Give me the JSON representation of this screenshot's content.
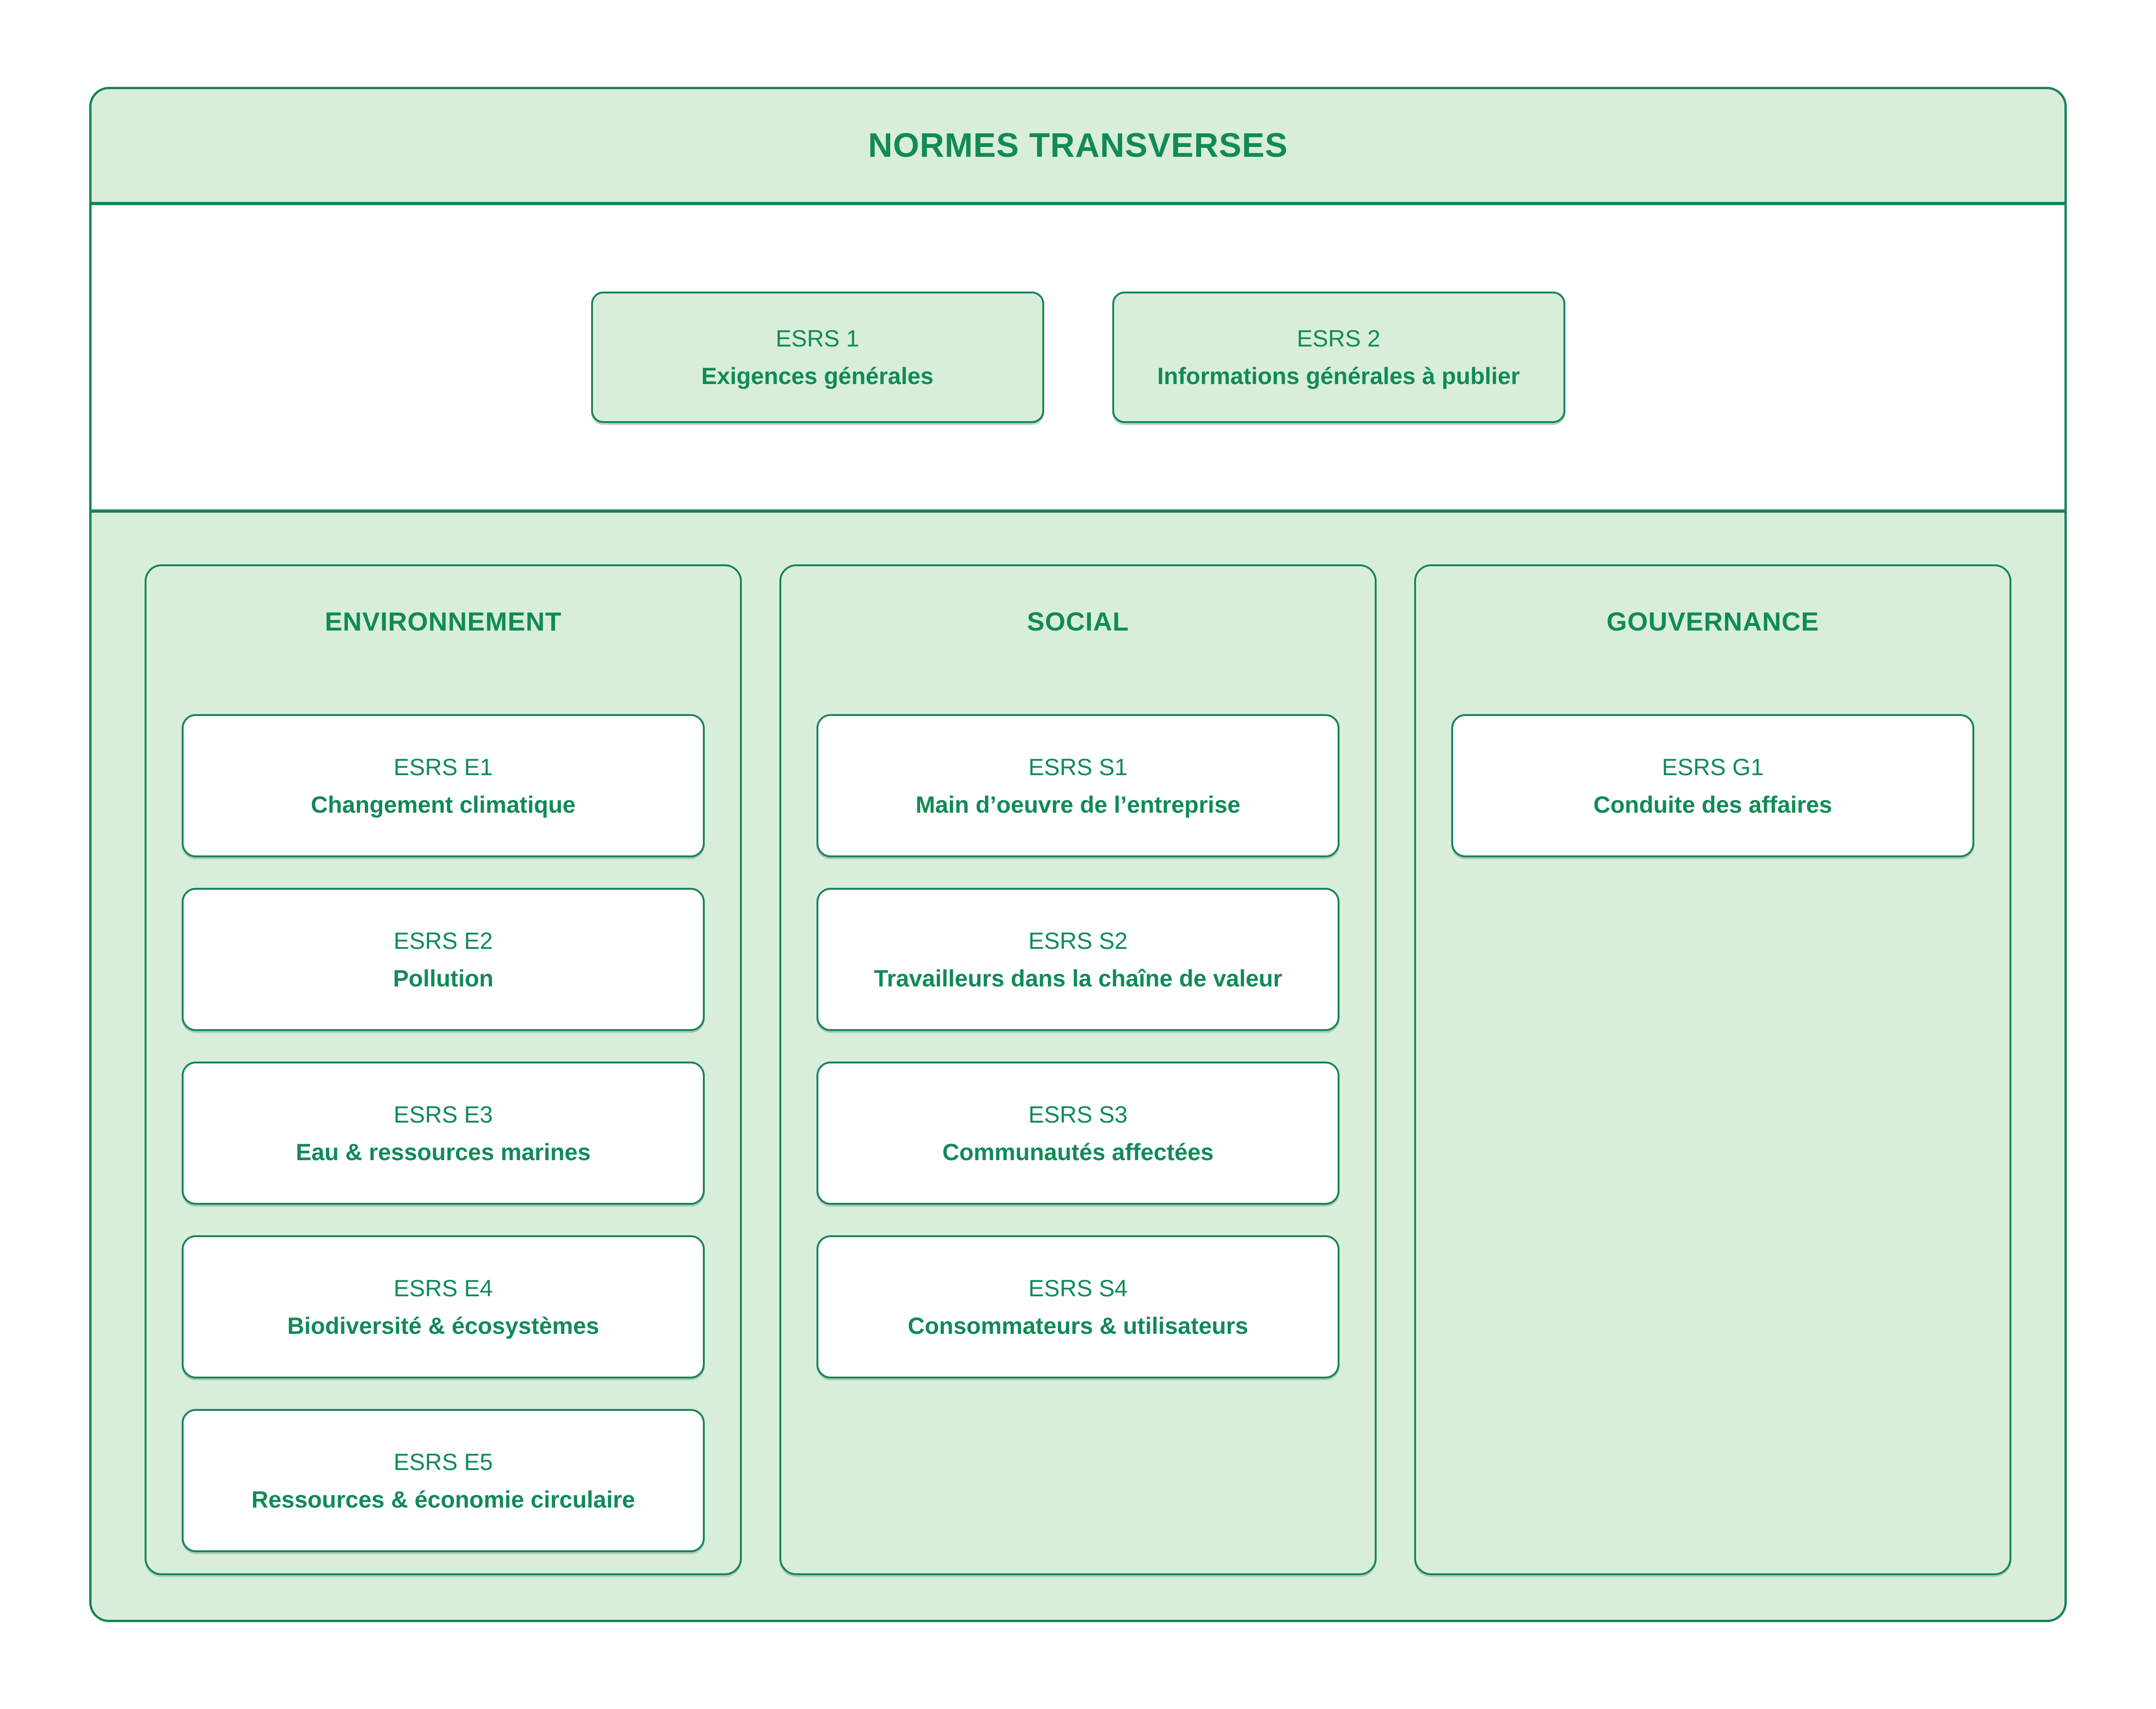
{
  "colors": {
    "accent_green": "#118a57",
    "border_green": "#18835a",
    "light_green": "#d8eedb",
    "card_white": "#ffffff"
  },
  "header": {
    "title": "NORMES TRANSVERSES"
  },
  "transverse": [
    {
      "code": "ESRS 1",
      "label": "Exigences générales"
    },
    {
      "code": "ESRS 2",
      "label": "Informations générales à publier"
    }
  ],
  "pillars": [
    {
      "title": "ENVIRONNEMENT",
      "cards": [
        {
          "code": "ESRS E1",
          "label": "Changement climatique"
        },
        {
          "code": "ESRS E2",
          "label": "Pollution"
        },
        {
          "code": "ESRS E3",
          "label": "Eau & ressources marines"
        },
        {
          "code": "ESRS E4",
          "label": "Biodiversité & écosystèmes"
        },
        {
          "code": "ESRS E5",
          "label": "Ressources & économie circulaire"
        }
      ]
    },
    {
      "title": "SOCIAL",
      "cards": [
        {
          "code": "ESRS S1",
          "label": "Main d’oeuvre de l’entreprise"
        },
        {
          "code": "ESRS S2",
          "label": "Travailleurs dans la chaîne de valeur"
        },
        {
          "code": "ESRS S3",
          "label": "Communautés affectées"
        },
        {
          "code": "ESRS S4",
          "label": "Consommateurs & utilisateurs"
        }
      ]
    },
    {
      "title": "GOUVERNANCE",
      "cards": [
        {
          "code": "ESRS G1",
          "label": "Conduite des affaires"
        }
      ]
    }
  ]
}
